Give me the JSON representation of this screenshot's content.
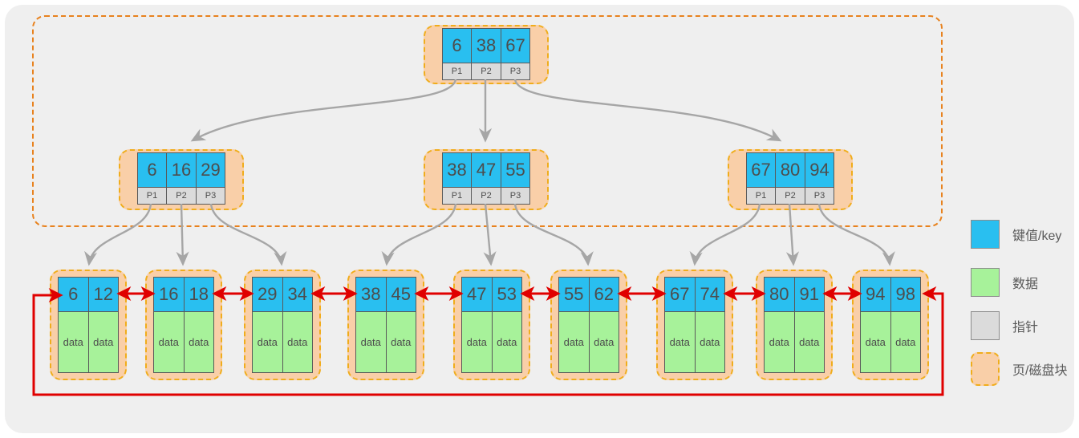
{
  "tree": {
    "root": {
      "keys": [
        "6",
        "38",
        "67"
      ],
      "pointers": [
        "P1",
        "P2",
        "P3"
      ]
    },
    "internal": [
      {
        "keys": [
          "6",
          "16",
          "29"
        ],
        "pointers": [
          "P1",
          "P2",
          "P3"
        ]
      },
      {
        "keys": [
          "38",
          "47",
          "55"
        ],
        "pointers": [
          "P1",
          "P2",
          "P3"
        ]
      },
      {
        "keys": [
          "67",
          "80",
          "94"
        ],
        "pointers": [
          "P1",
          "P2",
          "P3"
        ]
      }
    ],
    "leaves": [
      {
        "keys": [
          "6",
          "12"
        ],
        "data": [
          "data",
          "data"
        ]
      },
      {
        "keys": [
          "16",
          "18"
        ],
        "data": [
          "data",
          "data"
        ]
      },
      {
        "keys": [
          "29",
          "34"
        ],
        "data": [
          "data",
          "data"
        ]
      },
      {
        "keys": [
          "38",
          "45"
        ],
        "data": [
          "data",
          "data"
        ]
      },
      {
        "keys": [
          "47",
          "53"
        ],
        "data": [
          "data",
          "data"
        ]
      },
      {
        "keys": [
          "55",
          "62"
        ],
        "data": [
          "data",
          "data"
        ]
      },
      {
        "keys": [
          "67",
          "74"
        ],
        "data": [
          "data",
          "data"
        ]
      },
      {
        "keys": [
          "80",
          "91"
        ],
        "data": [
          "data",
          "data"
        ]
      },
      {
        "keys": [
          "94",
          "98"
        ],
        "data": [
          "data",
          "data"
        ]
      }
    ]
  },
  "legend": {
    "items": [
      {
        "label": "键值/key",
        "color": "#29BFF0"
      },
      {
        "label": "数据",
        "color": "#A7F29A"
      },
      {
        "label": "指针",
        "color": "#DBDBDB"
      },
      {
        "label": "页/磁盘块",
        "color": "#F9CFA8"
      }
    ]
  },
  "colors": {
    "key_blue": "#29BFF0",
    "data_green": "#A7F29A",
    "pointer_gray": "#DBDBDB",
    "page_orange": "#F9CFA8",
    "page_dashed_border": "#F0AD1C",
    "outer_dashed_border": "#E8821E",
    "link_red": "#E00000",
    "edge_gray": "#A6A6A6",
    "panel_background": "#EFEFEF"
  }
}
